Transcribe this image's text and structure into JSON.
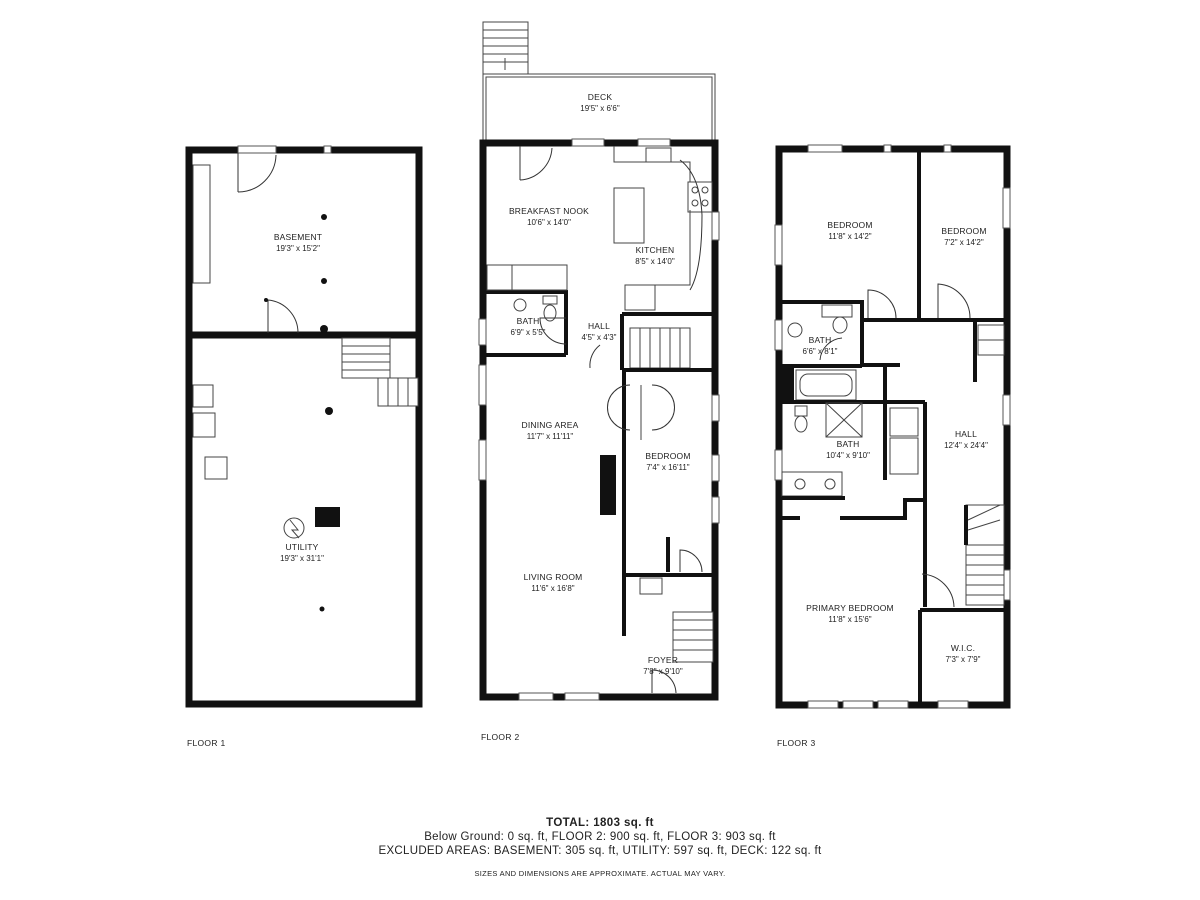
{
  "floors": [
    {
      "label": "FLOOR 1",
      "rooms": [
        {
          "name": "BASEMENT",
          "dims": "19'3\" x 15'2\""
        },
        {
          "name": "UTILITY",
          "dims": "19'3\" x 31'1\""
        }
      ]
    },
    {
      "label": "FLOOR 2",
      "rooms": [
        {
          "name": "DECK",
          "dims": "19'5\" x 6'6\""
        },
        {
          "name": "BREAKFAST NOOK",
          "dims": "10'6\" x 14'0\""
        },
        {
          "name": "KITCHEN",
          "dims": "8'5\" x 14'0\""
        },
        {
          "name": "BATH",
          "dims": "6'9\" x 5'5\""
        },
        {
          "name": "HALL",
          "dims": "4'5\" x 4'3\""
        },
        {
          "name": "DINING AREA",
          "dims": "11'7\" x 11'11\""
        },
        {
          "name": "BEDROOM",
          "dims": "7'4\" x 16'11\""
        },
        {
          "name": "LIVING ROOM",
          "dims": "11'6\" x 16'8\""
        },
        {
          "name": "FOYER",
          "dims": "7'8\" x 9'10\""
        }
      ]
    },
    {
      "label": "FLOOR 3",
      "rooms": [
        {
          "name": "BEDROOM",
          "dims": "11'8\" x 14'2\""
        },
        {
          "name": "BEDROOM",
          "dims": "7'2\" x 14'2\""
        },
        {
          "name": "BATH",
          "dims": "6'6\" x 8'1\""
        },
        {
          "name": "HALL",
          "dims": "12'4\" x 24'4\""
        },
        {
          "name": "BATH",
          "dims": "10'4\" x 9'10\""
        },
        {
          "name": "PRIMARY BEDROOM",
          "dims": "11'8\" x 15'6\""
        },
        {
          "name": "W.I.C.",
          "dims": "7'3\" x 7'9\""
        }
      ]
    }
  ],
  "summary": {
    "total": "TOTAL: 1803 sq. ft",
    "line1": "Below Ground: 0 sq. ft, FLOOR 2: 900 sq. ft, FLOOR 3: 903 sq. ft",
    "line2": "EXCLUDED AREAS: BASEMENT: 305 sq. ft, UTILITY: 597 sq. ft, DECK: 122 sq. ft",
    "note": "SIZES AND DIMENSIONS ARE APPROXIMATE. ACTUAL MAY VARY."
  }
}
